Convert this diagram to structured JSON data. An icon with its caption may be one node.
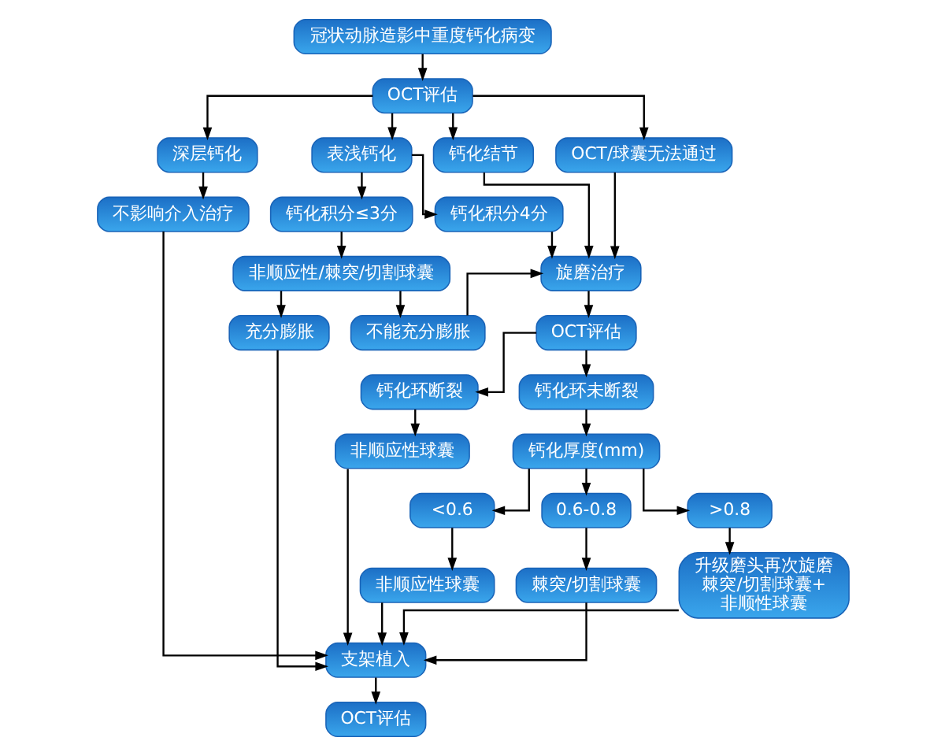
{
  "diagram": {
    "nodes": [
      {
        "text": [
          "冠状动脉造影中重度钙化病变"
        ]
      },
      {
        "text": [
          "OCT评估"
        ]
      },
      {
        "text": [
          "深层钙化"
        ]
      },
      {
        "text": [
          "表浅钙化"
        ]
      },
      {
        "text": [
          "钙化结节"
        ]
      },
      {
        "text": [
          "OCT/球囊无法通过"
        ]
      },
      {
        "text": [
          "不影响介入治疗"
        ]
      },
      {
        "text": [
          "钙化积分≤3分"
        ]
      },
      {
        "text": [
          "钙化积分4分"
        ]
      },
      {
        "text": [
          "非顺应性/棘突/切割球囊"
        ]
      },
      {
        "text": [
          "旋磨治疗"
        ]
      },
      {
        "text": [
          "充分膨胀"
        ]
      },
      {
        "text": [
          "不能充分膨胀"
        ]
      },
      {
        "text": [
          "OCT评估"
        ]
      },
      {
        "text": [
          "钙化环断裂"
        ]
      },
      {
        "text": [
          "钙化环未断裂"
        ]
      },
      {
        "text": [
          "非顺应性球囊"
        ]
      },
      {
        "text": [
          "钙化厚度(mm)"
        ]
      },
      {
        "text": [
          "<0.6"
        ]
      },
      {
        "text": [
          "0.6-0.8"
        ]
      },
      {
        "text": [
          ">0.8"
        ]
      },
      {
        "text": [
          "非顺应性球囊"
        ]
      },
      {
        "text": [
          "棘突/切割球囊"
        ]
      },
      {
        "text": [
          "升级磨头再次旋磨棘突/切割球囊+非顺性球囊"
        ]
      },
      {
        "text": [
          "支架植入"
        ]
      },
      {
        "text": [
          "OCT评估"
        ]
      }
    ],
    "edges": [
      {
        "from": 0,
        "to": 1,
        "arrow": "to"
      },
      {
        "from": 1,
        "to": 2,
        "arrow": "to"
      },
      {
        "from": 1,
        "to": 3,
        "arrow": "to"
      },
      {
        "from": 1,
        "to": 4,
        "arrow": "to"
      },
      {
        "from": 1,
        "to": 5,
        "arrow": "to"
      },
      {
        "from": 2,
        "to": 6,
        "arrow": "to"
      },
      {
        "from": 3,
        "to": 7,
        "arrow": "to"
      },
      {
        "from": 3,
        "to": 8,
        "arrow": "to"
      },
      {
        "from": 7,
        "to": 9,
        "arrow": "to"
      },
      {
        "from": 8,
        "to": 10,
        "arrow": "to"
      },
      {
        "from": 4,
        "to": 10,
        "arrow": "to"
      },
      {
        "from": 5,
        "to": 10,
        "arrow": "to"
      },
      {
        "from": 9,
        "to": 11,
        "arrow": "to"
      },
      {
        "from": 9,
        "to": 12,
        "arrow": "to"
      },
      {
        "from": 12,
        "to": 10,
        "arrow": "to"
      },
      {
        "from": 10,
        "to": 13,
        "arrow": "to"
      },
      {
        "from": 13,
        "to": 14,
        "arrow": "to"
      },
      {
        "from": 13,
        "to": 15,
        "arrow": "to"
      },
      {
        "from": 14,
        "to": 16,
        "arrow": "to"
      },
      {
        "from": 15,
        "to": 17,
        "arrow": "to"
      },
      {
        "from": 17,
        "to": 18,
        "arrow": "to"
      },
      {
        "from": 17,
        "to": 19,
        "arrow": "to"
      },
      {
        "from": 17,
        "to": 20,
        "arrow": "to"
      },
      {
        "from": 18,
        "to": 21,
        "arrow": "to"
      },
      {
        "from": 19,
        "to": 22,
        "arrow": "to"
      },
      {
        "from": 20,
        "to": 23,
        "arrow": "to"
      },
      {
        "from": 6,
        "to": 24,
        "arrow": "to"
      },
      {
        "from": 11,
        "to": 24,
        "arrow": "to"
      },
      {
        "from": 16,
        "to": 24,
        "arrow": "to"
      },
      {
        "from": 21,
        "to": 24,
        "arrow": "to"
      },
      {
        "from": 22,
        "to": 24,
        "arrow": "to"
      },
      {
        "from": 23,
        "to": 24,
        "arrow": "to"
      },
      {
        "from": 24,
        "to": 25,
        "arrow": "to"
      }
    ]
  }
}
